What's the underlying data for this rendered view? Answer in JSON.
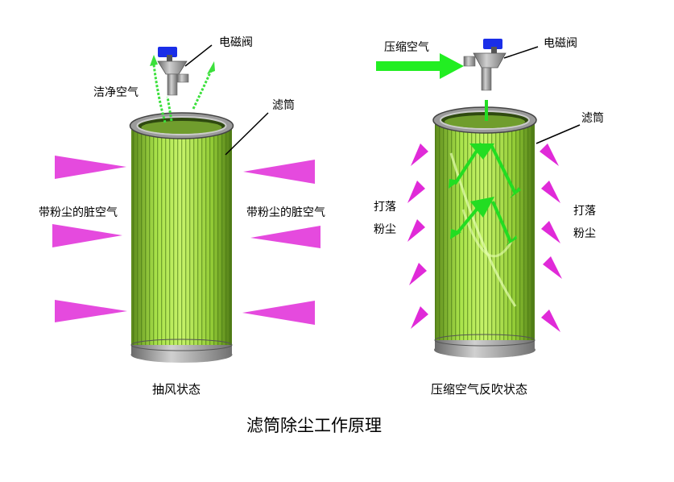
{
  "title": "滤筒除尘工作原理",
  "left_panel": {
    "valve_label": "电磁阀",
    "clean_air_label": "洁净空气",
    "filter_label": "滤筒",
    "dirty_air_left": "带粉尘的脏空气",
    "dirty_air_right": "带粉尘的脏空气",
    "caption": "抽风状态"
  },
  "right_panel": {
    "compressed_air_label": "压缩空气",
    "valve_label": "电磁阀",
    "filter_label": "滤筒",
    "dust_left_line1": "打落",
    "dust_left_line2": "粉尘",
    "dust_right_line1": "打落",
    "dust_right_line2": "粉尘",
    "caption": "压缩空气反吹状态"
  },
  "colors": {
    "filter_green": "#a8e040",
    "dust_magenta": "#e02ad8",
    "air_green": "#33ee33",
    "valve_blue": "#1a2ee8",
    "metal_gray": "#9a9a9a"
  }
}
